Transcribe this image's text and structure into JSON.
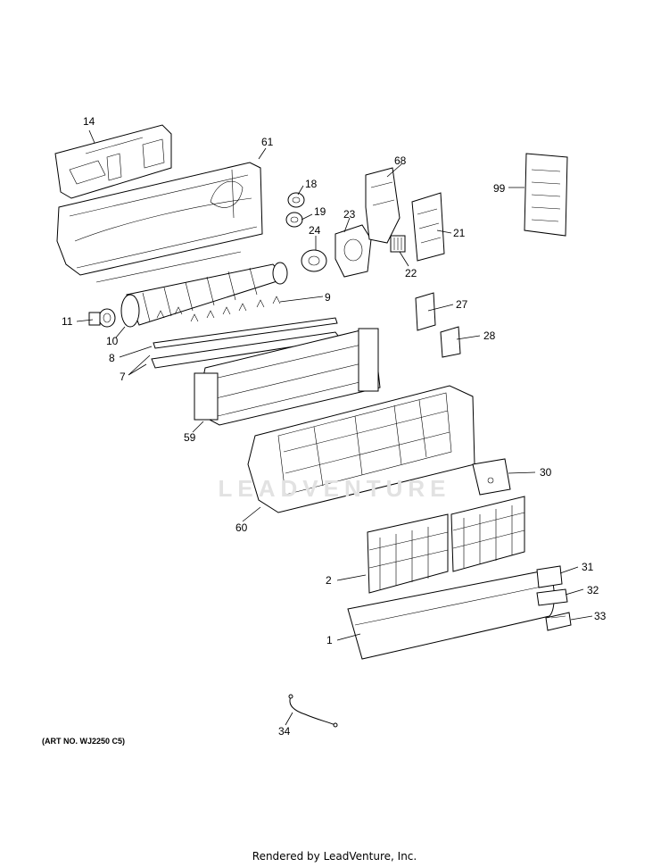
{
  "watermark": "LEADVENTURE",
  "art_number": "(ART NO. WJ2250 C5)",
  "footer": "Rendered by LeadVenture, Inc.",
  "callouts": [
    {
      "id": "14",
      "label": "14"
    },
    {
      "id": "61",
      "label": "61"
    },
    {
      "id": "18",
      "label": "18"
    },
    {
      "id": "19",
      "label": "19"
    },
    {
      "id": "68",
      "label": "68"
    },
    {
      "id": "99",
      "label": "99"
    },
    {
      "id": "23",
      "label": "23"
    },
    {
      "id": "21",
      "label": "21"
    },
    {
      "id": "24",
      "label": "24"
    },
    {
      "id": "22",
      "label": "22"
    },
    {
      "id": "9",
      "label": "9"
    },
    {
      "id": "27",
      "label": "27"
    },
    {
      "id": "11",
      "label": "11"
    },
    {
      "id": "10",
      "label": "10"
    },
    {
      "id": "28",
      "label": "28"
    },
    {
      "id": "8",
      "label": "8"
    },
    {
      "id": "7",
      "label": "7"
    },
    {
      "id": "59",
      "label": "59"
    },
    {
      "id": "30",
      "label": "30"
    },
    {
      "id": "60",
      "label": "60"
    },
    {
      "id": "31",
      "label": "31"
    },
    {
      "id": "2",
      "label": "2"
    },
    {
      "id": "32",
      "label": "32"
    },
    {
      "id": "33",
      "label": "33"
    },
    {
      "id": "1",
      "label": "1"
    },
    {
      "id": "34",
      "label": "34"
    }
  ]
}
